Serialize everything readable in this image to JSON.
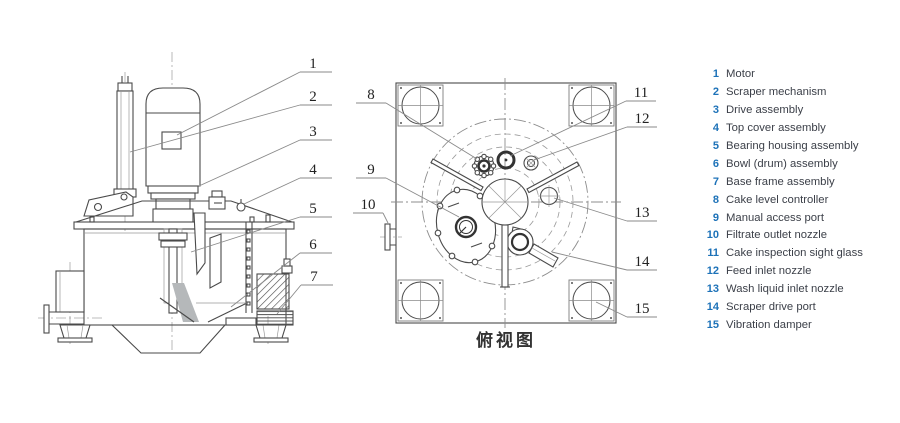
{
  "views": {
    "top_view_caption": "俯视图"
  },
  "callouts": {
    "side": [
      "1",
      "2",
      "3",
      "4",
      "5",
      "6",
      "7"
    ],
    "top": [
      "8",
      "9",
      "10",
      "11",
      "12",
      "13",
      "14",
      "15"
    ]
  },
  "legend": {
    "items": [
      {
        "num": "1",
        "label": "Motor"
      },
      {
        "num": "2",
        "label": "Scraper mechanism"
      },
      {
        "num": "3",
        "label": "Drive assembly"
      },
      {
        "num": "4",
        "label": "Top cover assembly"
      },
      {
        "num": "5",
        "label": "Bearing housing assembly"
      },
      {
        "num": "6",
        "label": "Bowl (drum) assembly"
      },
      {
        "num": "7",
        "label": "Base frame assembly"
      },
      {
        "num": "8",
        "label": "Cake level controller"
      },
      {
        "num": "9",
        "label": "Manual access port"
      },
      {
        "num": "10",
        "label": "Filtrate outlet nozzle"
      },
      {
        "num": "11",
        "label": "Cake inspection sight glass"
      },
      {
        "num": "12",
        "label": "Feed inlet nozzle"
      },
      {
        "num": "13",
        "label": "Wash liquid inlet nozzle"
      },
      {
        "num": "14",
        "label": "Scraper drive port"
      },
      {
        "num": "15",
        "label": "Vibration damper"
      }
    ]
  },
  "colors": {
    "accent_blue": "#1d72b8",
    "line": "#4a4a4a",
    "label_text": "#3c4049",
    "background": "#ffffff"
  }
}
